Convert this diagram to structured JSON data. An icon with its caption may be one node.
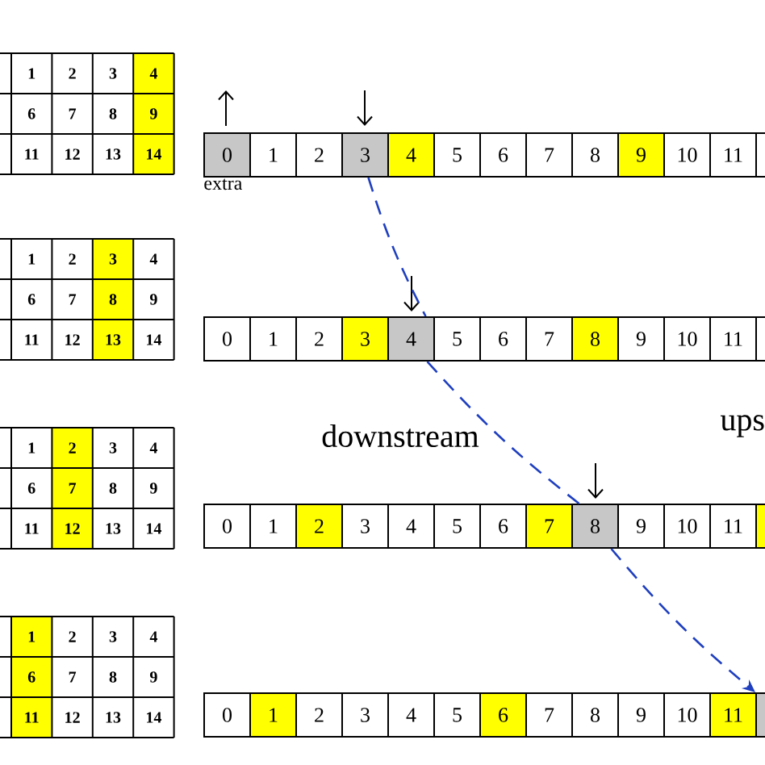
{
  "diagram": {
    "nodes": [
      {
        "text": [
          "0"
        ],
        "beside": [
          "extra"
        ]
      },
      {
        "text": [
          "1"
        ]
      },
      {
        "text": [
          "2"
        ]
      },
      {
        "text": [
          "3"
        ]
      },
      {
        "text": [
          "4"
        ]
      },
      {
        "text": [
          "5"
        ]
      },
      {
        "text": [
          "6"
        ]
      },
      {
        "text": [
          "7"
        ]
      },
      {
        "text": [
          "8"
        ]
      },
      {
        "text": [
          "9"
        ]
      },
      {
        "text": [
          "10"
        ]
      },
      {
        "text": [
          "11"
        ]
      },
      {
        "text": [],
        "shape": "box"
      },
      {
        "text": [
          "0"
        ]
      },
      {
        "text": [
          "1"
        ]
      },
      {
        "text": [
          "2"
        ]
      },
      {
        "text": [
          "3"
        ]
      },
      {
        "text": [
          "4"
        ]
      },
      {
        "text": [
          "5"
        ]
      },
      {
        "text": [
          "6"
        ]
      },
      {
        "text": [
          "7"
        ]
      },
      {
        "text": [
          "8"
        ]
      },
      {
        "text": [
          "9"
        ]
      },
      {
        "text": [
          "10"
        ]
      },
      {
        "text": [
          "11"
        ]
      },
      {
        "text": [],
        "shape": "box"
      },
      {
        "text": [
          "0"
        ]
      },
      {
        "text": [
          "1"
        ]
      },
      {
        "text": [
          "2"
        ]
      },
      {
        "text": [
          "3"
        ]
      },
      {
        "text": [
          "4"
        ]
      },
      {
        "text": [
          "5"
        ]
      },
      {
        "text": [
          "6"
        ]
      },
      {
        "text": [
          "7"
        ]
      },
      {
        "text": [
          "8"
        ]
      },
      {
        "text": [
          "9"
        ]
      },
      {
        "text": [
          "10"
        ]
      },
      {
        "text": [
          "11"
        ]
      },
      {
        "text": [],
        "shape": "box"
      },
      {
        "text": [
          "0"
        ]
      },
      {
        "text": [
          "1"
        ]
      },
      {
        "text": [
          "2"
        ]
      },
      {
        "text": [
          "3"
        ]
      },
      {
        "text": [
          "4"
        ]
      },
      {
        "text": [
          "5"
        ]
      },
      {
        "text": [
          "6"
        ]
      },
      {
        "text": [
          "7"
        ]
      },
      {
        "text": [
          "8"
        ]
      },
      {
        "text": [
          "9"
        ]
      },
      {
        "text": [
          "10"
        ]
      },
      {
        "text": [
          "11"
        ]
      },
      {
        "text": [],
        "shape": "box"
      }
    ],
    "edges": [
      {
        "from": 3,
        "to": 17,
        "arrow": "none",
        "style": "dashed",
        "color": "#1f3fbf"
      },
      {
        "from": 17,
        "to": 34,
        "arrow": "none",
        "style": "dashed",
        "color": "#1f3fbf"
      },
      {
        "from": 34,
        "to": 51,
        "arrow": "to",
        "style": "dashed",
        "color": "#1f3fbf"
      }
    ],
    "labels": [
      "1",
      "2",
      "3",
      "4",
      "6",
      "7",
      "8",
      "9",
      "11",
      "12",
      "13",
      "14",
      "1",
      "2",
      "3",
      "4",
      "6",
      "7",
      "8",
      "9",
      "11",
      "12",
      "13",
      "14",
      "1",
      "2",
      "3",
      "4",
      "6",
      "7",
      "8",
      "9",
      "11",
      "12",
      "13",
      "14",
      "downstream",
      "ups",
      "1",
      "2",
      "3",
      "4",
      "6",
      "7",
      "8",
      "9",
      "11",
      "12",
      "13",
      "14"
    ]
  }
}
